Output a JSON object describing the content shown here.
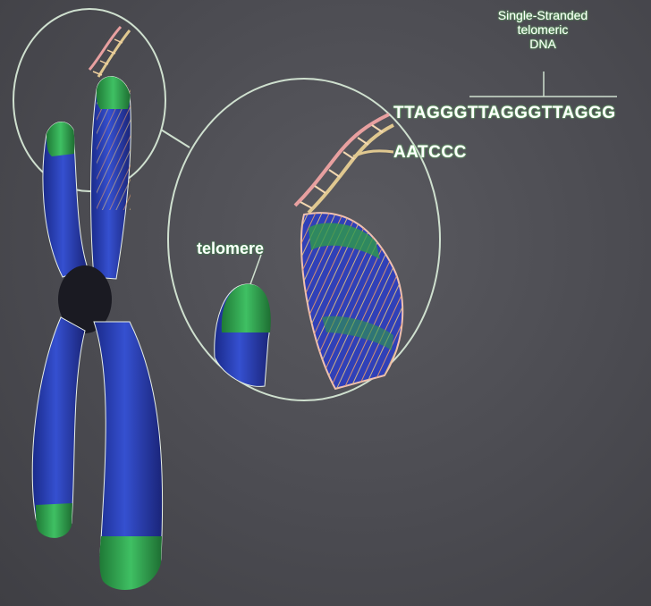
{
  "labels": {
    "single_stranded_line1": "Single-Stranded",
    "single_stranded_line2": "telomeric",
    "single_stranded_line3": "DNA",
    "sequence_top": "TTAGGGTTAGGGTTAGGG",
    "sequence_bottom": "AATCCC",
    "telomere": "telomere"
  },
  "colors": {
    "background": "#4b4b51",
    "chromosome_blue": "#2a3fb0",
    "telomere_green": "#2f9a4a",
    "outline": "#d8e6d8",
    "helix_pink": "#e8a0a0",
    "helix_tan": "#e0c890"
  }
}
